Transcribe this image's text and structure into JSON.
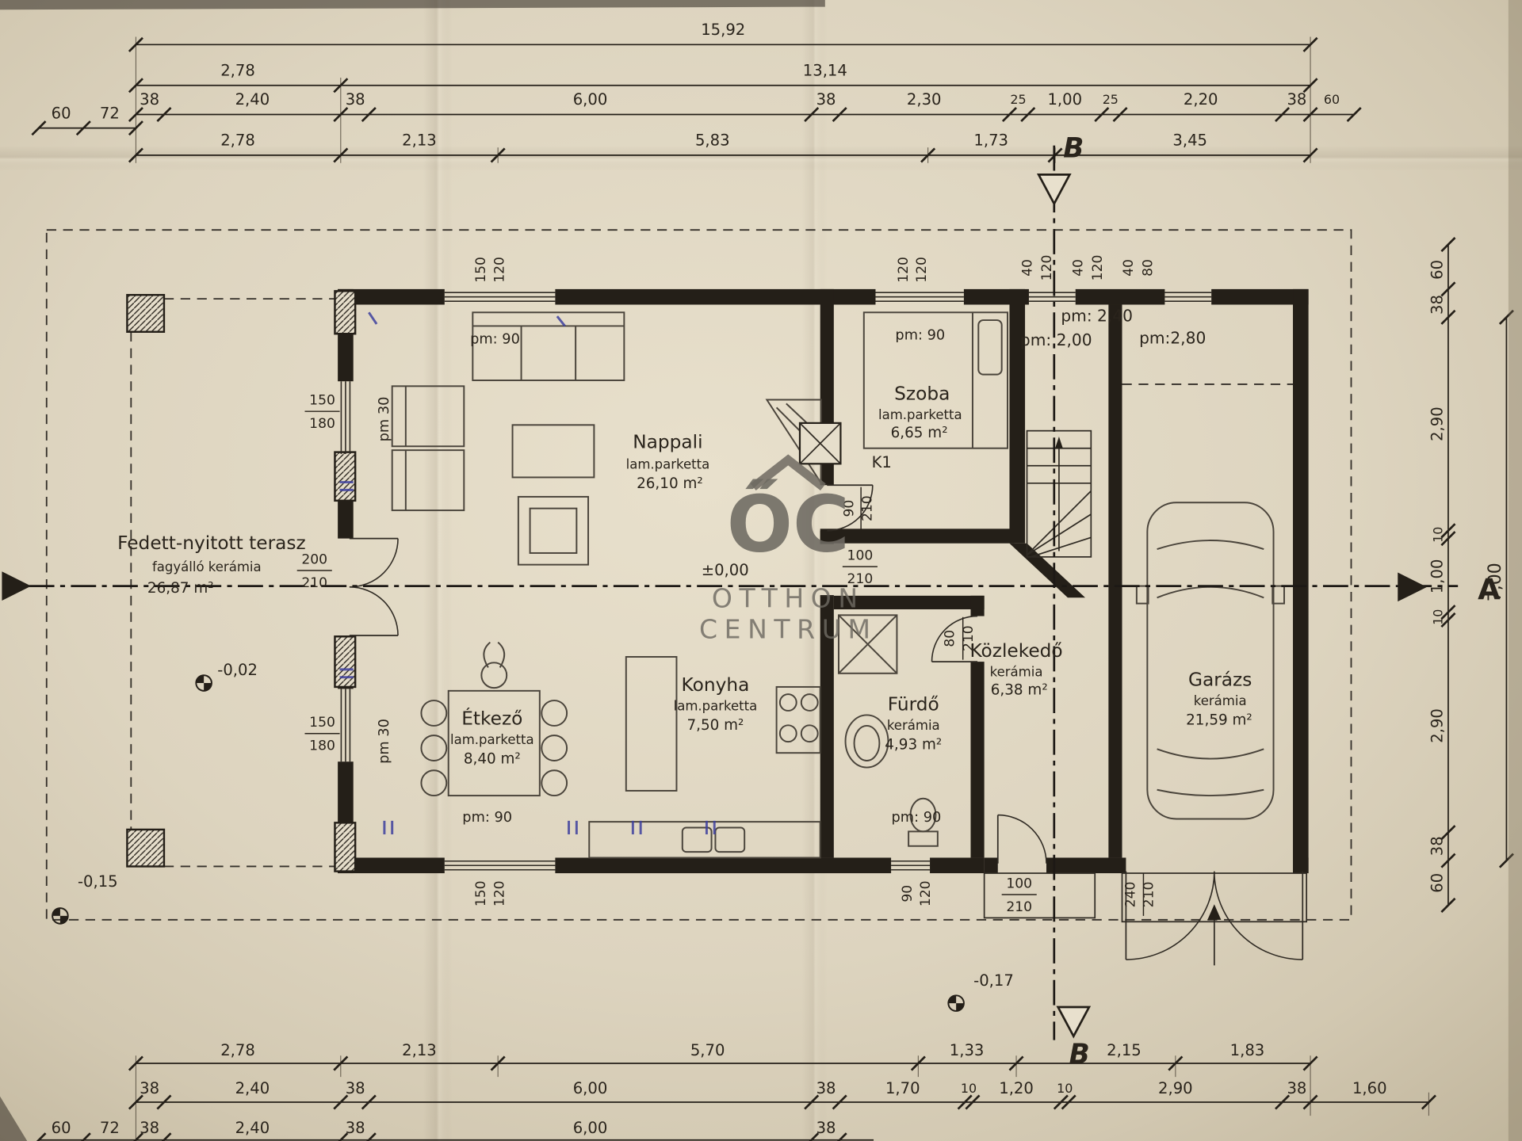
{
  "dims": {
    "t1": [
      "15,92"
    ],
    "t2": [
      "2,78",
      "13,14"
    ],
    "t3l": [
      "60",
      "72"
    ],
    "t3": [
      "38",
      "2,40",
      "38",
      "6,00",
      "38",
      "2,30",
      "25",
      "1,00",
      "25",
      "2,20",
      "38",
      "60"
    ],
    "t4": [
      "2,78",
      "2,13",
      "5,83",
      "1,73",
      "3,45"
    ],
    "b1": [
      "2,78",
      "2,13",
      "5,70",
      "1,33",
      "2,15",
      "1,83"
    ],
    "b2": [
      "38",
      "2,40",
      "38",
      "6,00",
      "38",
      "1,70",
      "10",
      "1,20",
      "10",
      "2,90",
      "38",
      "1,60"
    ],
    "b3l": [
      "60",
      "72"
    ],
    "b3": [
      "38",
      "2,40",
      "38",
      "6,00",
      "38"
    ],
    "r": [
      "60",
      "38",
      "2,90",
      "10",
      "1,00",
      "10",
      "2,90",
      "38",
      "60"
    ],
    "r_outer": "7,00"
  },
  "sec": {
    "a": "A",
    "b1": "B",
    "b2": "B"
  },
  "rooms": {
    "ter": {
      "name": "Fedett-nyitott terasz",
      "floor": "fagyálló kerámia",
      "area": "26,87 m²"
    },
    "nap": {
      "name": "Nappali",
      "floor": "lam.parketta",
      "area": "26,10 m²"
    },
    "szo": {
      "name": "Szoba",
      "floor": "lam.parketta",
      "area": "6,65 m²"
    },
    "etk": {
      "name": "Étkező",
      "floor": "lam.parketta",
      "area": "8,40 m²"
    },
    "kon": {
      "name": "Konyha",
      "floor": "lam.parketta",
      "area": "7,50 m²"
    },
    "fur": {
      "name": "Fürdő",
      "floor": "kerámia",
      "area": "4,93 m²"
    },
    "koz": {
      "name": "Közlekedő",
      "floor": "kerámia",
      "area": "6,38 m²"
    },
    "gar": {
      "name": "Garázs",
      "floor": "kerámia",
      "area": "21,59 m²"
    }
  },
  "lv": {
    "zero": "±0,00",
    "terrace": "-0,02",
    "yard": "-0,15",
    "drive": "-0,17"
  },
  "pm": {
    "a": "pm: 90",
    "b": "pm: 90",
    "c": "pm: 2,40",
    "d": "pm: 2,00",
    "e": "pm:2,80",
    "f": "pm 30",
    "g": "pm 30",
    "h": "pm: 90",
    "i": "pm: 90"
  },
  "op": {
    "tw1": [
      "150",
      "120"
    ],
    "tw2": [
      "120",
      "120"
    ],
    "tch": [
      "40",
      "120",
      "40",
      "120",
      "40",
      "80"
    ],
    "lw1": [
      "150",
      "180"
    ],
    "ld": [
      "200",
      "210"
    ],
    "lw2": [
      "150",
      "180"
    ],
    "mid": [
      "100",
      "210"
    ],
    "szoba": [
      "90",
      "210"
    ],
    "furdo": [
      "80",
      "210"
    ],
    "bw1": [
      "150",
      "120"
    ],
    "bw2": [
      "90",
      "120"
    ],
    "entry": [
      "100",
      "210"
    ],
    "garage": [
      "240",
      "210"
    ]
  },
  "misc": {
    "k1": "K1"
  },
  "wm": {
    "logo": "ŐC",
    "l1": "OTTHON",
    "l2": "CENTRUM"
  }
}
